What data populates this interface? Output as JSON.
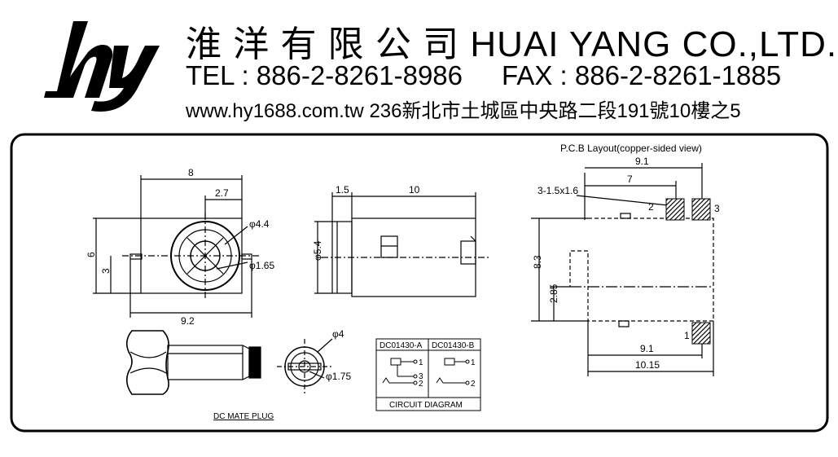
{
  "header": {
    "company_cn": "淮 洋 有 限 公 司",
    "company_en": "HUAI YANG CO.,LTD.",
    "tel": "TEL : 886-2-8261-8986",
    "fax": "FAX : 886-2-8261-1885",
    "web": "www.hy1688.com.tw",
    "address": "236新北市土城區中央路二段191號10樓之5"
  },
  "logo": {
    "text": "hy"
  },
  "drawing": {
    "pcb_title": "P.C.B Layout(copper-sided view)",
    "front_view": {
      "dim_width": "8",
      "dim_offset": "2.7",
      "dim_height": "6",
      "dim_center": "3",
      "dim_base": "9.2",
      "dim_dia_outer": "φ4.4",
      "dim_dia_inner": "φ1.65"
    },
    "side_view": {
      "dim_flange": "1.5",
      "dim_length": "10",
      "dim_dia": "φ5.4"
    },
    "pcb_view": {
      "dim_top_total": "9.1",
      "dim_top_inner": "7",
      "hole_spec": "3-1.5x1.6",
      "pin2": "2",
      "pin3": "3",
      "pin1": "1",
      "dim_height": "8.3",
      "dim_offset": "2.85",
      "dim_bottom_inner": "9.1",
      "dim_bottom_total": "10.15"
    },
    "plug": {
      "dim_dia_outer": "φ4",
      "dim_dia_inner": "φ1.75",
      "caption": "DC MATE PLUG"
    },
    "circuit": {
      "col_a": "DC01430-A",
      "col_b": "DC01430-B",
      "a_pins": [
        "1",
        "3",
        "2"
      ],
      "b_pins": [
        "1",
        "2"
      ],
      "caption": "CIRCUIT DIAGRAM"
    }
  }
}
